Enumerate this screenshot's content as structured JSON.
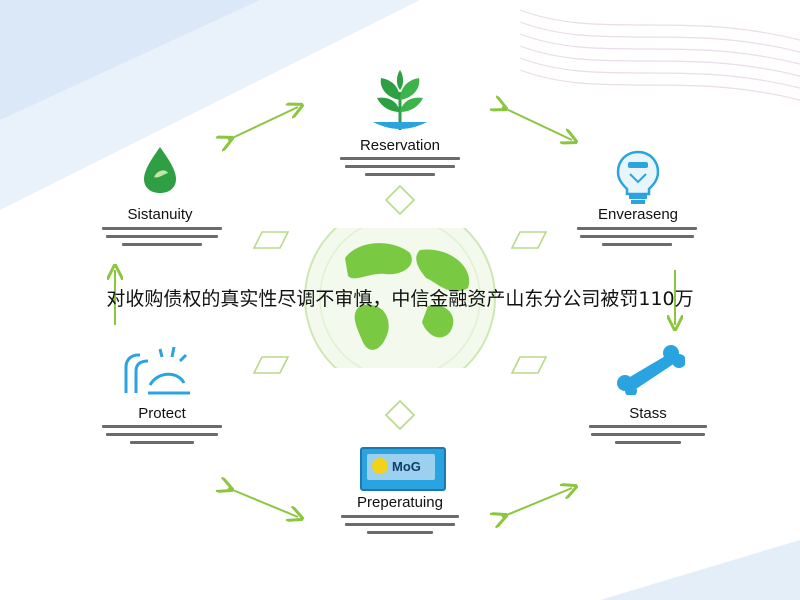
{
  "nodes": {
    "top": {
      "label": "Reservation"
    },
    "top_left": {
      "label": "Sistanuity"
    },
    "top_right": {
      "label": "Enveraseng"
    },
    "left": {
      "label": "Protect"
    },
    "right": {
      "label": "Stass"
    },
    "bottom": {
      "label": "Preperatuing"
    }
  },
  "bottom_icon_text": "MoG",
  "headline": "对收购债权的真实性尽调不审慎，中信金融资产山东分公司被罚110万",
  "colors": {
    "arrow": "#8cc63f",
    "leaf": "#2ea043",
    "tech_blue": "#2aa4e0",
    "globe": "#7ac943"
  }
}
